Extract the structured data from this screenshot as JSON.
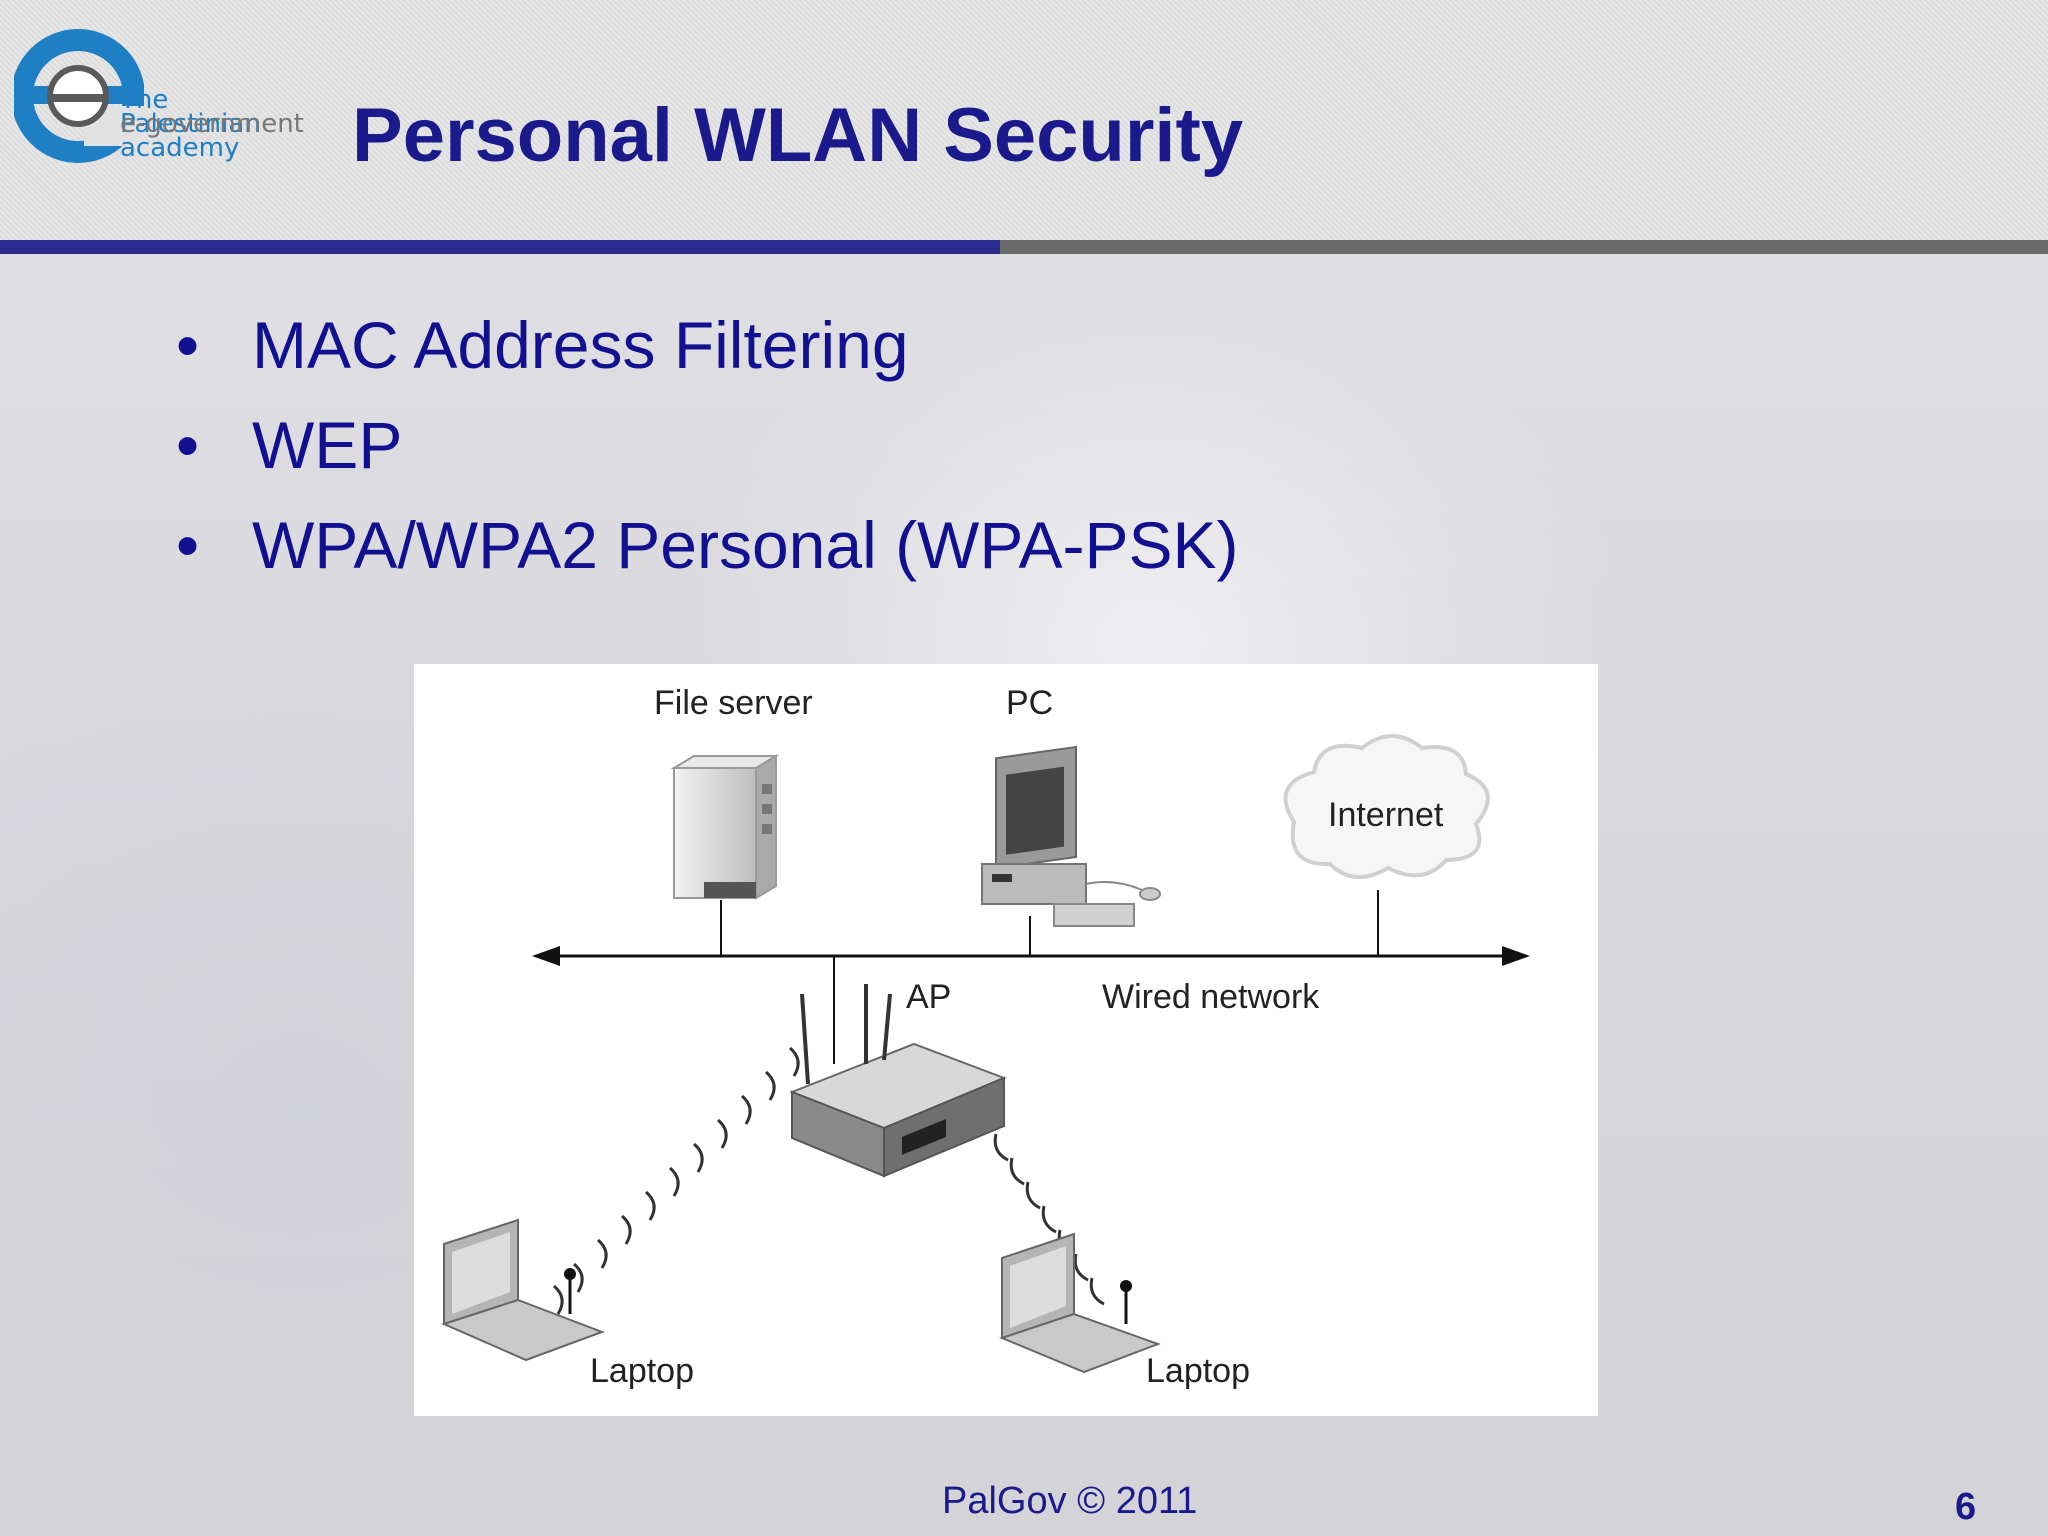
{
  "logo": {
    "line1": "The Palestinian",
    "line2": "e-government",
    "line3": "academy"
  },
  "slide": {
    "title": "Personal WLAN Security",
    "bullets": [
      "MAC Address Filtering",
      "WEP",
      "WPA/WPA2 Personal (WPA-PSK)"
    ]
  },
  "diagram": {
    "file_server": "File server",
    "pc": "PC",
    "internet": "Internet",
    "ap": "AP",
    "wired_network": "Wired network",
    "laptop_left": "Laptop",
    "laptop_right": "Laptop"
  },
  "footer": {
    "copyright": "PalGov © 2011",
    "page_number": "6"
  },
  "colors": {
    "title": "#1a1a8c",
    "rule_left": "#2b2b8f",
    "rule_right": "#6a6a6a",
    "logo_blue": "#1f7fc4"
  }
}
